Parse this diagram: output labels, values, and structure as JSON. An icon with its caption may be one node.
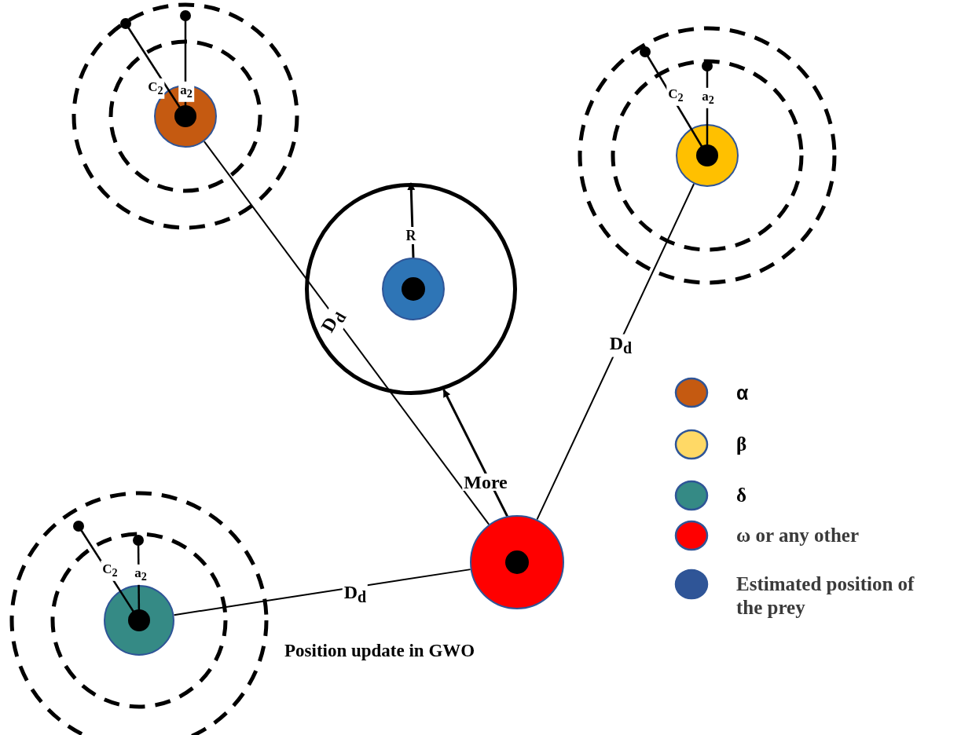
{
  "diagram": {
    "caption": "Position update in GWO",
    "nodes": [
      {
        "text": [],
        "shape": "circle"
      },
      {
        "text": [],
        "shape": "circle"
      },
      {
        "text": [],
        "shape": "circle"
      },
      {
        "text": [],
        "shape": "circle"
      },
      {
        "text": [],
        "shape": "circle"
      },
      {
        "text": [],
        "shape": "circle",
        "in": 4
      }
    ],
    "edges": [
      {
        "from": 3,
        "to": 0,
        "arrow": "none",
        "label": "D$_{d}$"
      },
      {
        "from": 3,
        "to": 1,
        "arrow": "none",
        "label": "D$_{d}$"
      },
      {
        "from": 3,
        "to": 2,
        "arrow": "none",
        "label": "D$_{d}$"
      },
      {
        "from": 3,
        "to": 4,
        "arrow": "to",
        "label": "More"
      },
      {
        "from": 5,
        "to": 4,
        "arrow": "to",
        "label": "R"
      }
    ],
    "labels": [
      "C$_{2}$",
      "a$_{2}$",
      "C$_{2}$",
      "a$_{2}$",
      "C$_{2}$",
      "a$_{2}$"
    ],
    "legend": [
      {
        "text": "α",
        "color": "#c55a11"
      },
      {
        "text": "β",
        "color": "#ffd966"
      },
      {
        "text": "δ",
        "color": "#358a85"
      },
      {
        "text": "ω or any other",
        "color": "#ff0000"
      },
      {
        "text": "Estimated position of the prey",
        "color": "#2f5597"
      }
    ]
  }
}
